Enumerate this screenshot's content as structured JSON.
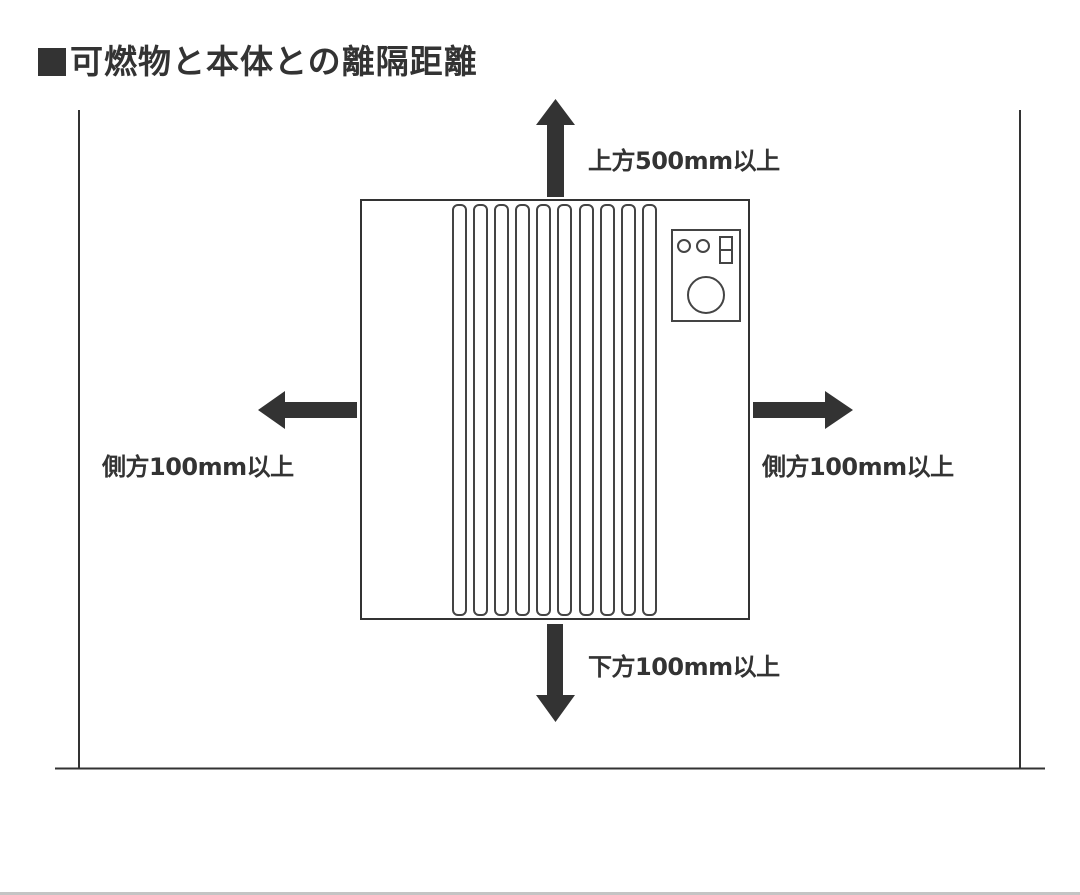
{
  "title": {
    "marker": "■",
    "text": "可燃物と本体との離隔距離"
  },
  "labels": {
    "top": "上方500mm以上",
    "left": "側方100mm以上",
    "right": "側方100mm以上",
    "bottom": "下方100mm以上"
  },
  "heater": {
    "fin_count": 10,
    "control_panel": {
      "indicator_lights": 2,
      "switch": 1,
      "dial": 1
    }
  },
  "colors": {
    "arrow": "#333333",
    "line": "#333333",
    "background": "#ffffff"
  }
}
